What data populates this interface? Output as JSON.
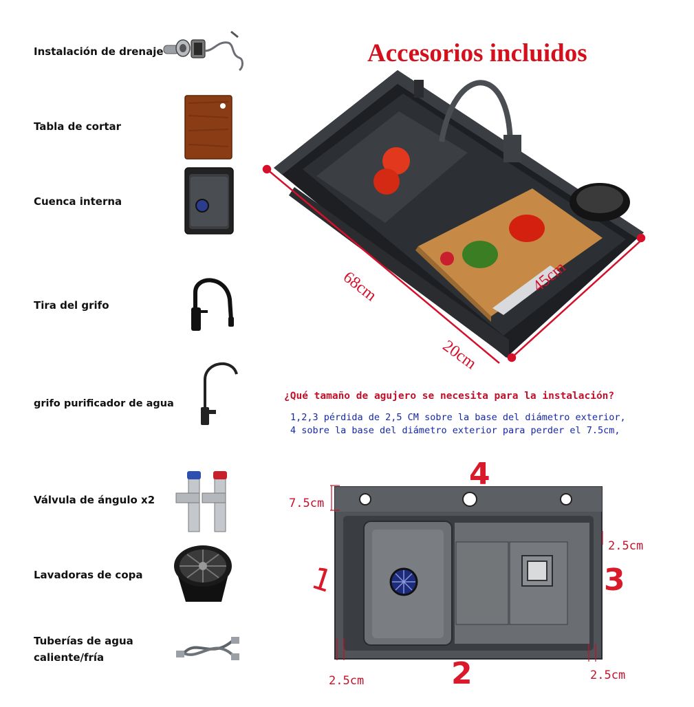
{
  "title": "Accesorios incluidos",
  "accessories": [
    {
      "label": "Instalación de drenaje",
      "icon": "drain-kit-icon"
    },
    {
      "label": "Tabla de cortar",
      "icon": "cutting-board-icon"
    },
    {
      "label": "Cuenca interna",
      "icon": "inner-basin-icon"
    },
    {
      "label": "Tira del grifo",
      "icon": "pull-down-faucet-icon"
    },
    {
      "label": "grifo purificador de agua",
      "icon": "purifier-faucet-icon"
    },
    {
      "label": "Válvula de ángulo x2",
      "icon": "angle-valve-icon"
    },
    {
      "label": "Lavadoras de copa",
      "icon": "cup-washer-icon"
    },
    {
      "label": "Tuberías de agua",
      "label2": "caliente/fría",
      "icon": "water-hose-icon"
    }
  ],
  "product_dimensions": {
    "length": "68cm",
    "width": "45cm",
    "depth": "20cm"
  },
  "question": "¿Qué tamaño de agujero se necesita para la instalación?",
  "notes": [
    "1,2,3 pérdida de 2,5 CM sobre la base del diámetro exterior,",
    "4 sobre la base del diámetro exterior para perder el 7.5cm,"
  ],
  "diagram": {
    "top_margin": "7.5cm",
    "right_margin": "2.5cm",
    "bottom_left_margin": "2.5cm",
    "bottom_right_margin": "2.5cm",
    "side_numbers": [
      "1",
      "2",
      "3",
      "4"
    ]
  },
  "colors": {
    "title": "#d4101c",
    "question": "#c0102a",
    "notes": "#1428a8",
    "dimension": "#d4102a"
  }
}
